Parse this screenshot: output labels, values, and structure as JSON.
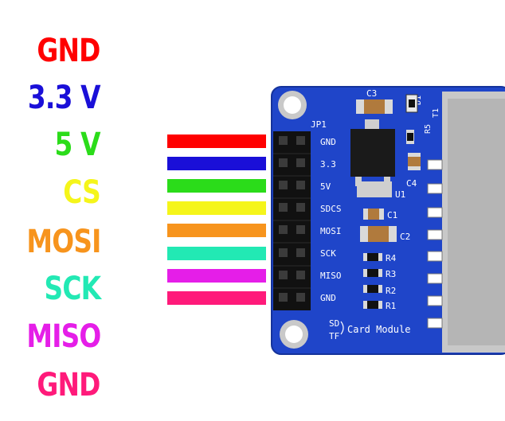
{
  "labels": [
    {
      "text": "GND",
      "color": "#ff0000"
    },
    {
      "text": "3.3 V",
      "color": "#1a0fd8"
    },
    {
      "text": "5 V",
      "color": "#2bdc1a"
    },
    {
      "text": "CS",
      "color": "#f5f51a"
    },
    {
      "text": "MOSI",
      "color": "#f7941d"
    },
    {
      "text": "SCK",
      "color": "#22e9b4"
    },
    {
      "text": "MISO",
      "color": "#e51ee8"
    },
    {
      "text": "GND",
      "color": "#ff1a7a"
    }
  ],
  "wires": [
    "#ff0000",
    "#1a0fd8",
    "#2bdc1a",
    "#f5f51a",
    "#f7941d",
    "#22e9b4",
    "#e51ee8",
    "#ff1a7a"
  ],
  "board": {
    "header": "JP1",
    "pins": [
      "GND",
      "3.3",
      "5V",
      "SDCS",
      "MOSI",
      "SCK",
      "MISO",
      "GND"
    ],
    "components": {
      "c3": "C3",
      "d1": "D1",
      "r5": "R5",
      "t1": "T1",
      "c4": "C4",
      "u1": "U1",
      "c1": "C1",
      "c2": "C2",
      "r4": "R4",
      "r3": "R3",
      "r2": "R2",
      "r1": "R1"
    },
    "footer_sd": "SD",
    "footer_tf": "TF",
    "footer_name": "Card Module",
    "colors": {
      "pcb": "#1f45c9",
      "header": "#111111",
      "socket": "#c8c8c8"
    }
  }
}
